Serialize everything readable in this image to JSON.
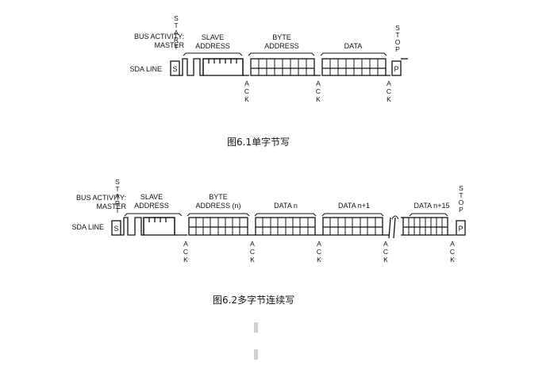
{
  "diagram1": {
    "bus_activity_label": "BUS ACTIVITY:",
    "master_label": "MASTER",
    "sda_label": "SDA LINE",
    "start_letters": [
      "S",
      "T",
      "A",
      "R",
      "T"
    ],
    "stop_letters": [
      "S",
      "T",
      "O",
      "P"
    ],
    "start_bit": "S",
    "stop_bit": "P",
    "segments": [
      {
        "line1": "SLAVE",
        "line2": "ADDRESS"
      },
      {
        "line1": "BYTE",
        "line2": "ADDRESS"
      },
      {
        "line1": "DATA",
        "line2": ""
      }
    ],
    "ack_letters": [
      "A",
      "C",
      "K"
    ],
    "caption": "图6.1单字节写"
  },
  "diagram2": {
    "bus_activity_label": "BUS ACTIVITY:",
    "master_label": "MASTER",
    "sda_label": "SDA LINE",
    "start_letters": [
      "S",
      "T",
      "A",
      "R",
      "T"
    ],
    "stop_letters": [
      "S",
      "T",
      "O",
      "P"
    ],
    "start_bit": "S",
    "stop_bit": "P",
    "segments": [
      {
        "line1": "SLAVE",
        "line2": "ADDRESS"
      },
      {
        "line1": "BYTE",
        "line2": "ADDRESS (n)"
      },
      {
        "line1": "DATA  n",
        "line2": ""
      },
      {
        "line1": "DATA  n+1",
        "line2": ""
      },
      {
        "line1": "DATA n+15",
        "line2": ""
      }
    ],
    "ack_letters": [
      "A",
      "C",
      "K"
    ],
    "caption": "图6.2多字节连续写"
  }
}
